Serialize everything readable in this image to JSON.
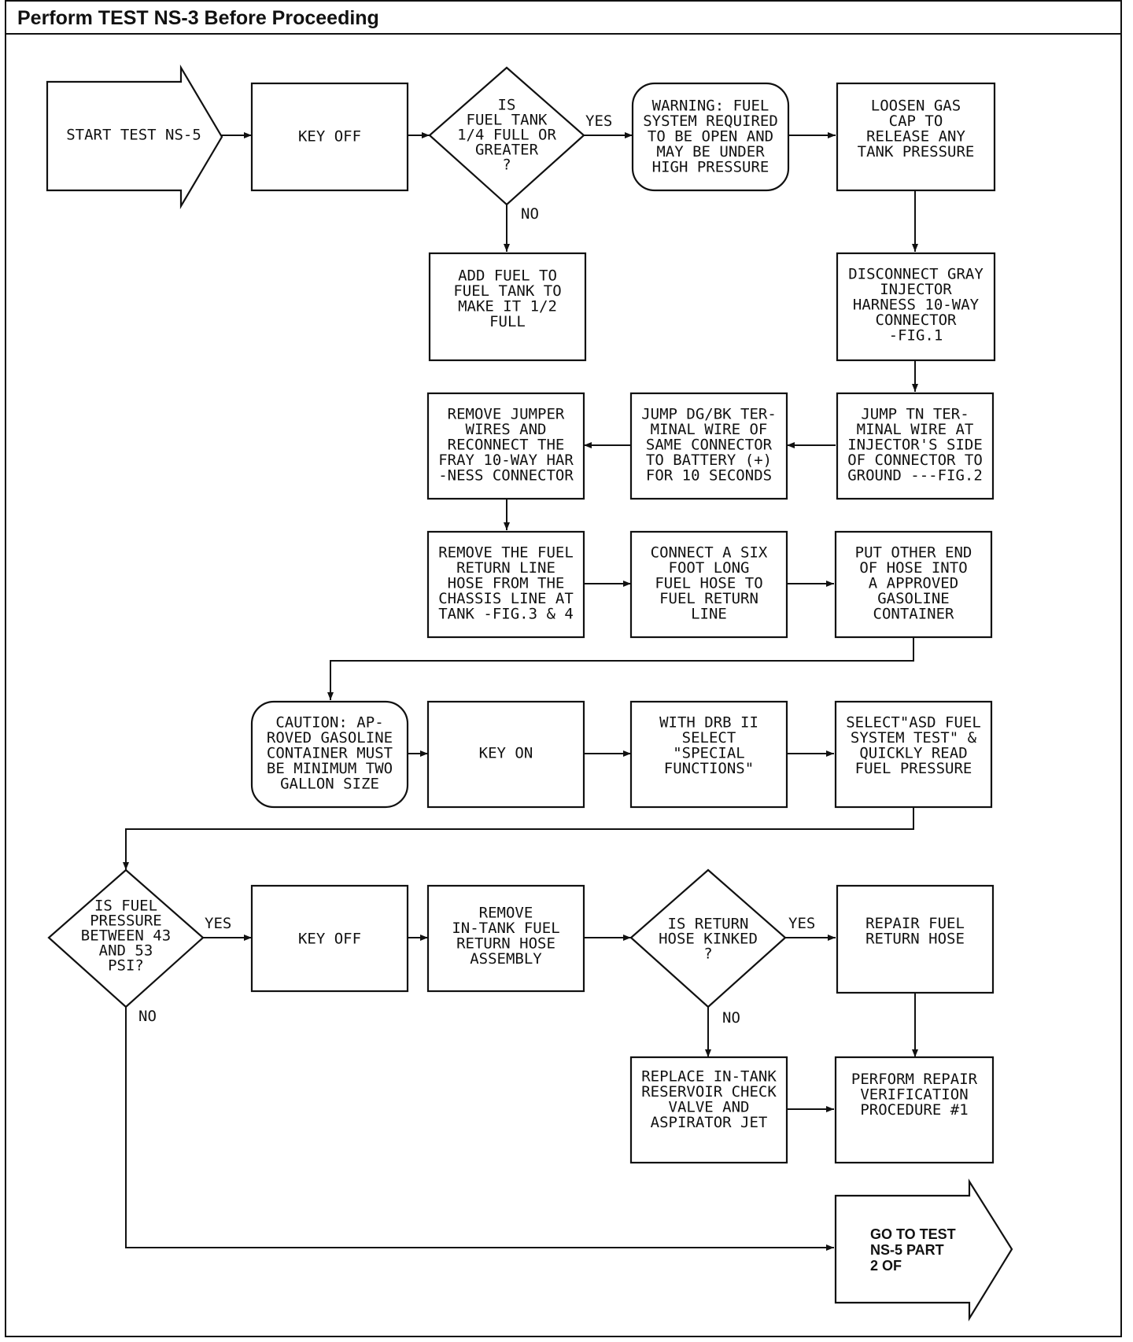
{
  "header": {
    "title": "Perform TEST NS-3 Before Proceeding"
  },
  "nodes": {
    "start": {
      "lines": [
        "START TEST NS-5"
      ]
    },
    "key_off_1": {
      "lines": [
        "KEY OFF"
      ]
    },
    "fuel_quarter": {
      "lines": [
        "IS",
        "FUEL TANK",
        "1/4 FULL OR",
        "GREATER",
        "?"
      ]
    },
    "warning": {
      "lines": [
        "WARNING: FUEL",
        "SYSTEM REQUIRED",
        "TO BE OPEN AND",
        "MAY BE UNDER",
        "HIGH PRESSURE"
      ]
    },
    "loosen_cap": {
      "lines": [
        "LOOSEN GAS",
        "CAP TO",
        "RELEASE ANY",
        "TANK PRESSURE"
      ]
    },
    "add_fuel": {
      "lines": [
        "ADD FUEL TO",
        "FUEL TANK TO",
        "MAKE IT 1/2",
        "FULL"
      ]
    },
    "disconnect": {
      "lines": [
        "DISCONNECT GRAY",
        "INJECTOR",
        "HARNESS 10-WAY",
        "CONNECTOR",
        "-FIG.1"
      ]
    },
    "jump_tn": {
      "lines": [
        "JUMP TN TER-",
        "MINAL WIRE AT",
        "INJECTOR'S SIDE",
        "OF CONNECTOR TO",
        "GROUND ---FIG.2"
      ]
    },
    "jump_dg": {
      "lines": [
        "JUMP DG/BK TER-",
        "MINAL WIRE OF",
        "SAME CONNECTOR",
        "TO BATTERY (+)",
        "FOR 10 SECONDS"
      ]
    },
    "remove_jumper": {
      "lines": [
        "REMOVE JUMPER",
        "WIRES AND",
        "RECONNECT THE",
        "FRAY 10-WAY HAR",
        "-NESS CONNECTOR"
      ]
    },
    "remove_return": {
      "lines": [
        "REMOVE THE FUEL",
        "RETURN LINE",
        "HOSE FROM THE",
        "CHASSIS LINE AT",
        "TANK -FIG.3 & 4"
      ]
    },
    "connect_hose": {
      "lines": [
        "CONNECT A SIX",
        "FOOT LONG",
        "FUEL HOSE TO",
        "FUEL RETURN",
        "LINE"
      ]
    },
    "put_end": {
      "lines": [
        "PUT OTHER END",
        "OF HOSE INTO",
        "A APPROVED",
        "GASOLINE",
        "CONTAINER"
      ]
    },
    "caution": {
      "lines": [
        "CAUTION: AP-",
        "ROVED GASOLINE",
        "CONTAINER MUST",
        "BE MINIMUM TWO",
        "GALLON SIZE"
      ]
    },
    "key_on": {
      "lines": [
        "KEY ON"
      ]
    },
    "drb": {
      "lines": [
        "WITH DRB II",
        "SELECT",
        "\"SPECIAL",
        "FUNCTIONS\""
      ]
    },
    "select_asd": {
      "lines": [
        "SELECT\"ASD FUEL",
        "SYSTEM TEST\" &",
        "QUICKLY READ",
        "FUEL PRESSURE"
      ]
    },
    "pressure_q": {
      "lines": [
        "IS FUEL",
        "PRESSURE",
        "BETWEEN 43",
        "AND 53",
        "PSI?"
      ]
    },
    "key_off_2": {
      "lines": [
        "KEY OFF"
      ]
    },
    "remove_intank": {
      "lines": [
        "REMOVE",
        "IN-TANK FUEL",
        "RETURN HOSE",
        "ASSEMBLY"
      ]
    },
    "kinked_q": {
      "lines": [
        "IS RETURN",
        "HOSE KINKED",
        "?"
      ]
    },
    "repair_hose": {
      "lines": [
        "REPAIR FUEL",
        "RETURN HOSE"
      ]
    },
    "replace": {
      "lines": [
        "REPLACE IN-TANK",
        "RESERVOIR CHECK",
        "VALVE AND",
        "ASPIRATOR JET"
      ]
    },
    "verify": {
      "lines": [
        "PERFORM REPAIR",
        "VERIFICATION",
        "PROCEDURE #1"
      ]
    },
    "goto": {
      "lines": [
        "GO TO TEST",
        "NS-5 PART",
        "2 OF"
      ]
    }
  },
  "edge_labels": {
    "yes_1": "YES",
    "no_1": "NO",
    "yes_2": "YES",
    "no_2": "NO",
    "yes_3": "YES",
    "no_3": "NO"
  }
}
